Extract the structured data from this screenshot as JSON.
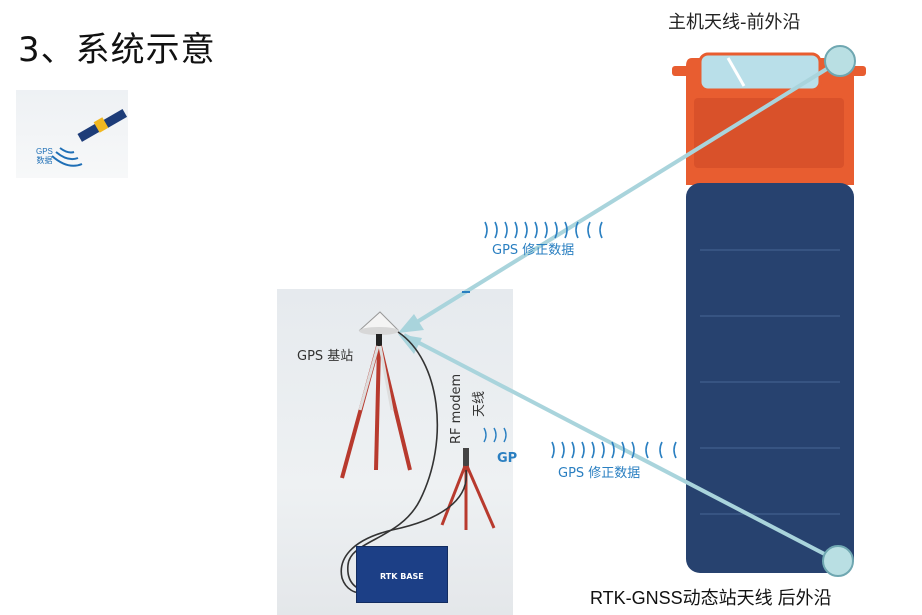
{
  "title": "3、系统示意",
  "satellite": {
    "label_line1": "GPS",
    "label_line2": "数据"
  },
  "labels": {
    "gps_base": "GPS 基站",
    "rf_modem": "RF modem",
    "rf_antenna": "天线",
    "wave_top": "GPS 修正数据",
    "wave_bottom": "GPS 修正数据",
    "gp_partial": "GP",
    "rtk_base": "RTK BASE",
    "main_antenna": "主机天线-前外沿",
    "rover_antenna": "RTK-GNSS动态站天线 后外沿"
  },
  "colors": {
    "link": "#a9d4dc",
    "antenna_fill": "#b9dfe3",
    "truck_cab": "#e85d30",
    "truck_body": "#27426f",
    "rtk_box": "#1c3f86",
    "wave": "#2a7fc1"
  }
}
